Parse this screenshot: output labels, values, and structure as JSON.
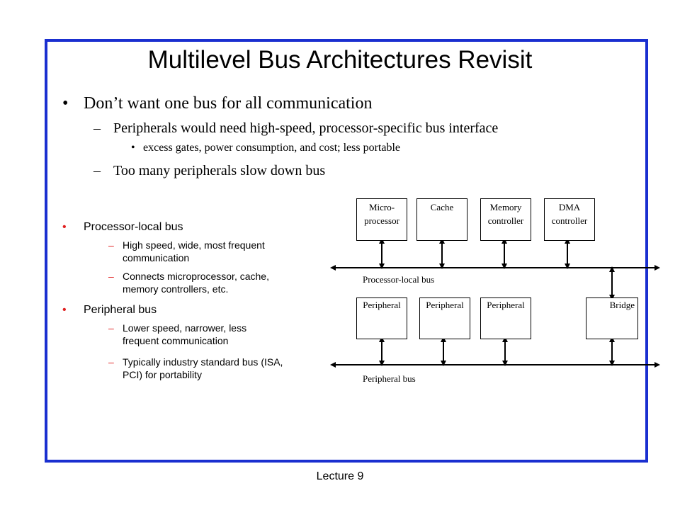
{
  "title": "Multilevel Bus Architectures Revisit",
  "bullets": {
    "main": "Don’t want one bus for all communication",
    "sub1": "Peripherals would need high-speed, processor-specific bus interface",
    "sub1_detail": "excess gates, power consumption, and cost; less portable",
    "sub2": "Too many peripherals slow down bus"
  },
  "left_list": {
    "processor_bus": {
      "label": "Processor-local bus",
      "items": [
        [
          "High speed, wide, most frequent",
          "communication"
        ],
        [
          "Connects microprocessor, cache,",
          "memory controllers, etc."
        ]
      ]
    },
    "peripheral_bus": {
      "label": "Peripheral bus",
      "items": [
        [
          "Lower speed, narrower, less",
          "frequent communication"
        ],
        [
          "Typically industry standard bus (ISA,",
          "PCI) for portability"
        ]
      ]
    }
  },
  "diagram": {
    "top_boxes": [
      [
        "Micro-",
        "processor"
      ],
      [
        "Cache"
      ],
      [
        "Memory",
        "controller"
      ],
      [
        "DMA",
        "controller"
      ]
    ],
    "processor_bus_label": "Processor-local  bus",
    "bottom_boxes": [
      "Peripheral",
      "Peripheral",
      "Peripheral",
      "Bridge"
    ],
    "peripheral_bus_label": "Peripheral  bus"
  },
  "footer": "Lecture 9",
  "colors": {
    "frame": "#1a2fd0",
    "bullet_accent": "#e02020"
  }
}
